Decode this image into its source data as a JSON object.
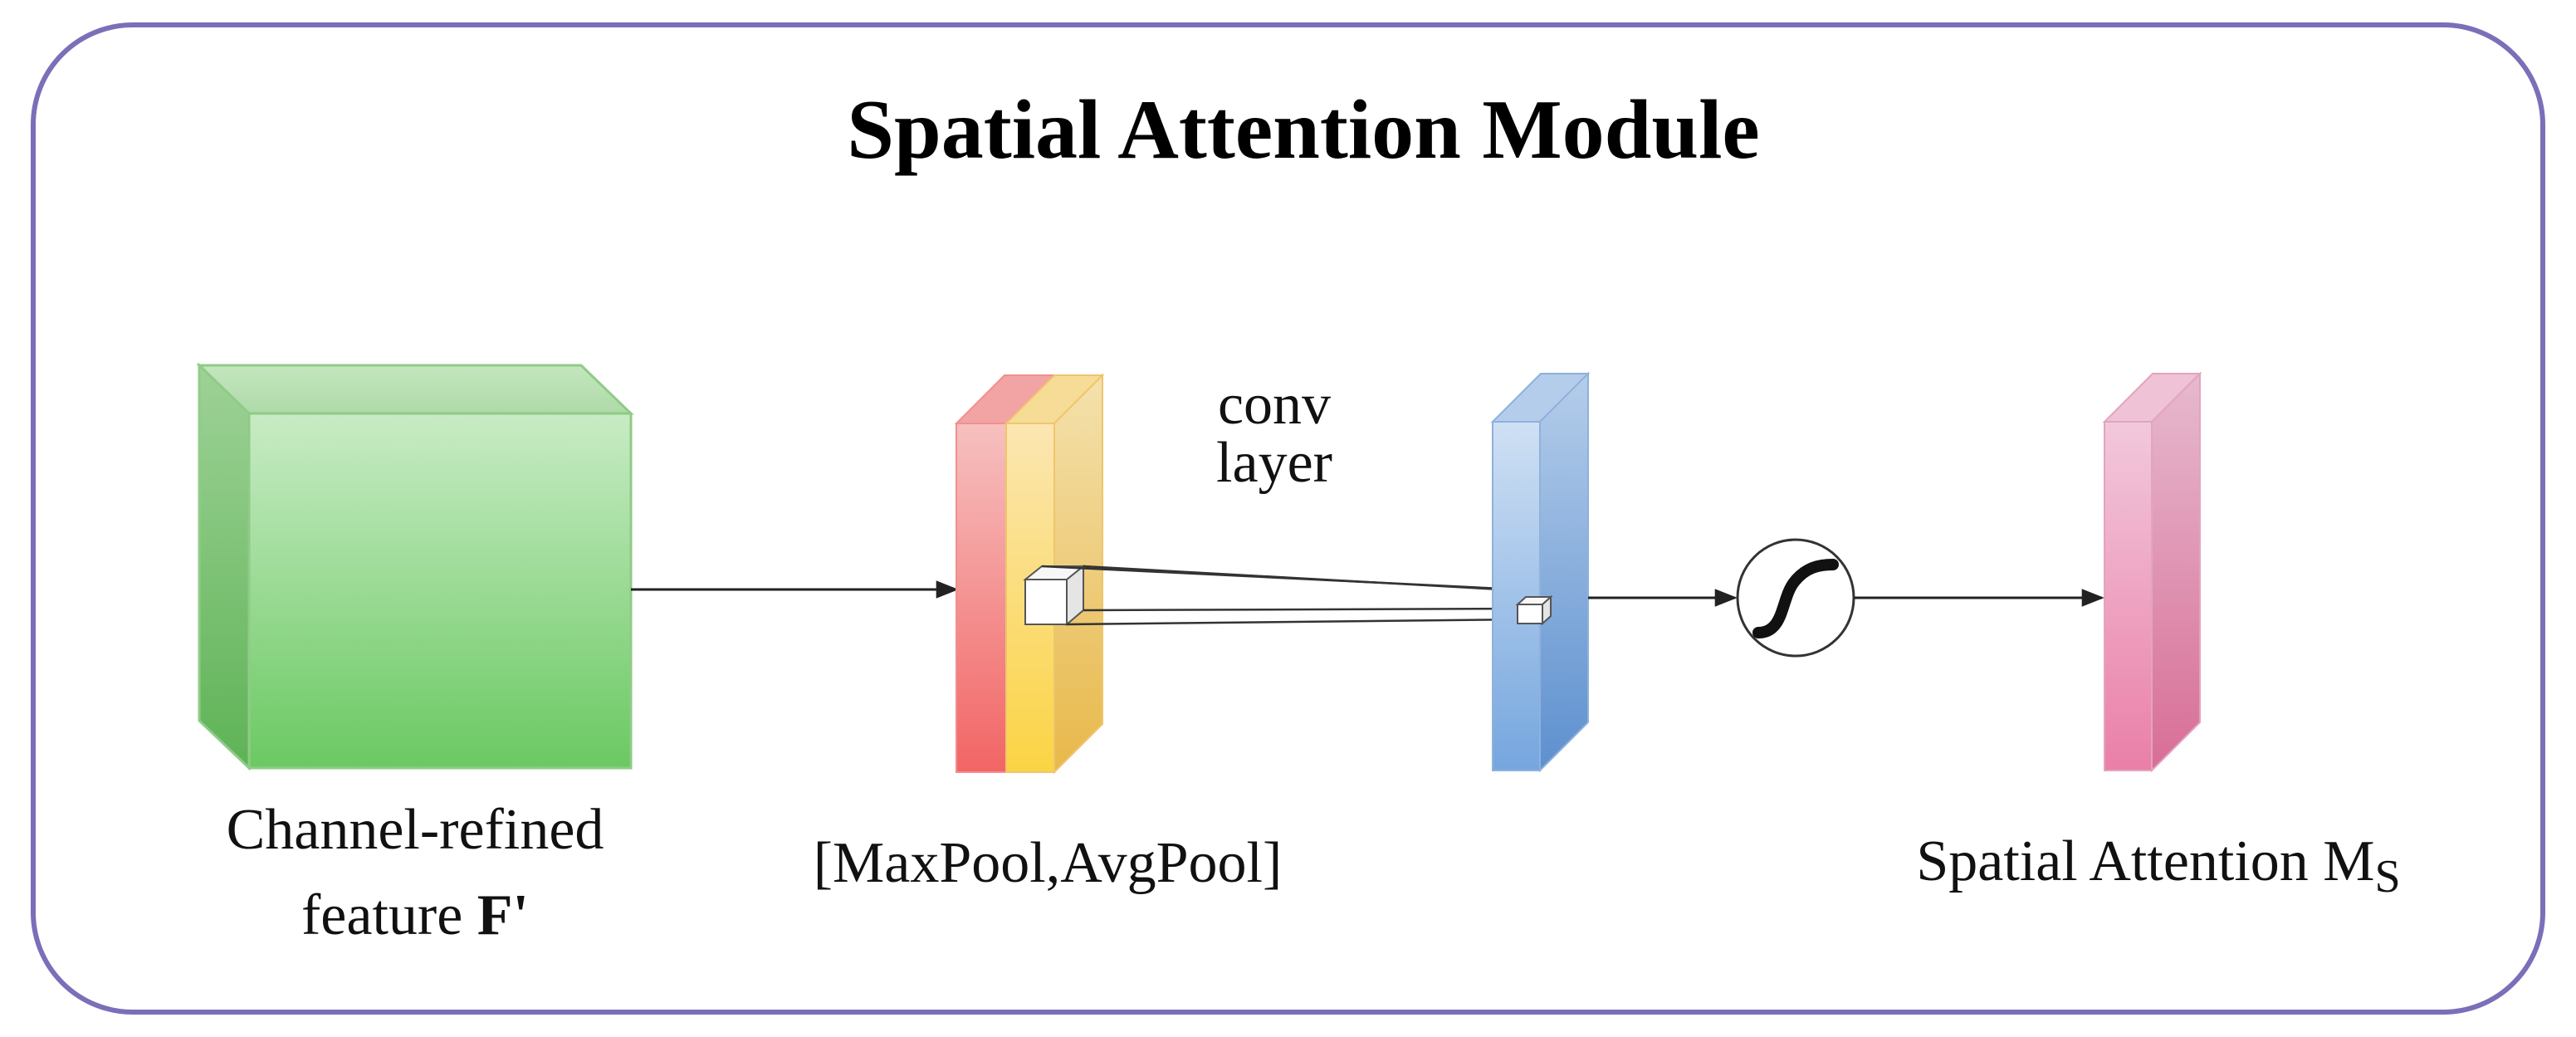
{
  "title": "Spatial Attention Module",
  "labels": {
    "input_line1": "Channel-refined",
    "input_line2_prefix": "feature ",
    "input_line2_symbol": "F'",
    "pool": "[MaxPool,AvgPool]",
    "conv_line1": "conv",
    "conv_line2": "layer",
    "output_prefix": "Spatial Attention M",
    "output_subscript": "S"
  },
  "blocks": {
    "input_feature": "green cube",
    "max_pool_map": "red slab",
    "avg_pool_map": "yellow slab",
    "conv_output": "blue slab",
    "sigmoid": "sigmoid-icon",
    "attention_map": "pink slab"
  },
  "colors": {
    "frame_border": "#7a6fb8",
    "input_green": "#7fcf78",
    "max_red": "#f26b6b",
    "avg_yellow": "#f7cf58",
    "conv_blue": "#79a9df",
    "attn_pink": "#e8a1c0"
  }
}
